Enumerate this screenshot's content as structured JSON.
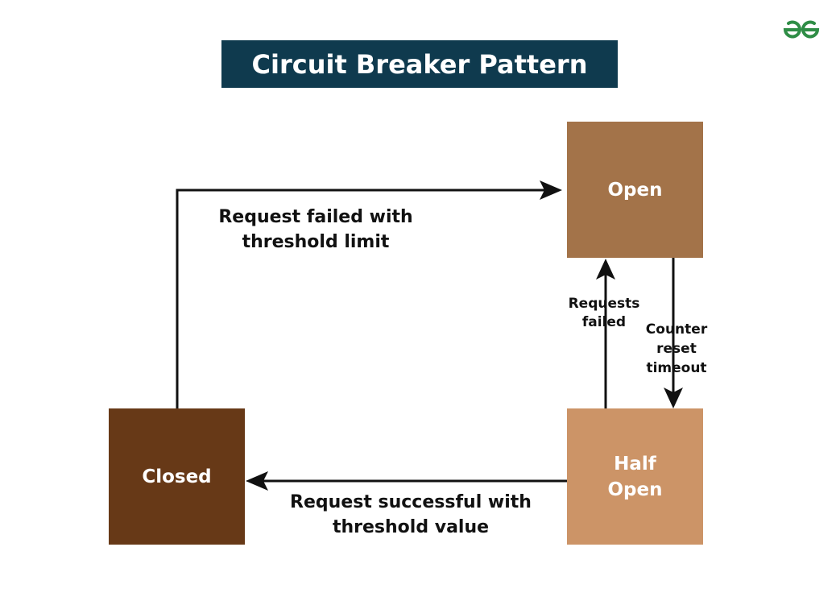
{
  "title": "Circuit Breaker Pattern",
  "logo": {
    "icon": "geeksforgeeks-logo-icon",
    "color": "#2f8d46"
  },
  "states": {
    "open": {
      "label": "Open",
      "color": "#a37349"
    },
    "half_open": {
      "label": "Half\nOpen",
      "color": "#cc9467"
    },
    "closed": {
      "label": "Closed",
      "color": "#673917"
    }
  },
  "transitions": [
    {
      "from": "closed",
      "to": "open",
      "label": "Request failed with\nthreshold limit"
    },
    {
      "from": "half_open",
      "to": "closed",
      "label": "Request successful with\nthreshold value"
    },
    {
      "from": "half_open",
      "to": "open",
      "label": "Requests\nfailed"
    },
    {
      "from": "open",
      "to": "half_open",
      "label": "Counter\nreset\ntimeout"
    }
  ],
  "colors": {
    "title_background": "#0f3a4e",
    "title_text": "#ffffff",
    "connector": "#111111"
  }
}
